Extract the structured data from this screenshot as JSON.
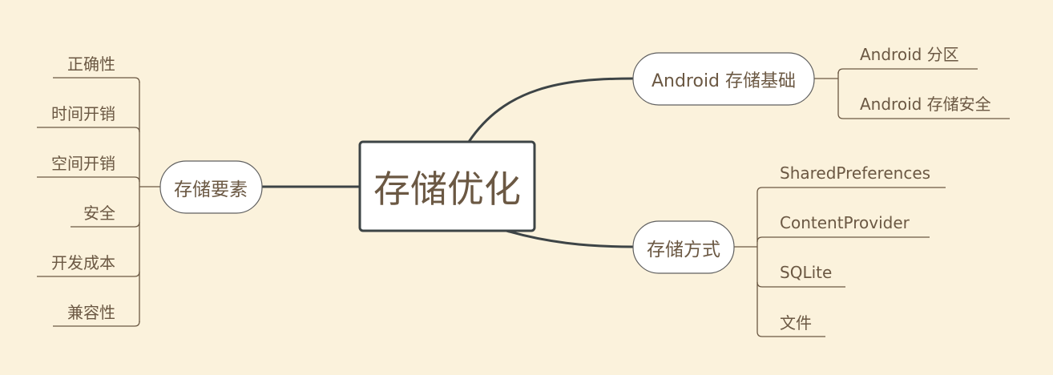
{
  "central": {
    "label": "存储优化"
  },
  "left_branch": {
    "label": "存储要素",
    "children": [
      "正确性",
      "时间开销",
      "空间开销",
      "安全",
      "开发成本",
      "兼容性"
    ]
  },
  "right_top_branch": {
    "label": "Android 存储基础",
    "children": [
      "Android 分区",
      "Android 存储安全"
    ]
  },
  "right_bottom_branch": {
    "label": "存储方式",
    "children": [
      "SharedPreferences",
      "ContentProvider",
      "SQLite",
      "文件"
    ]
  },
  "colors": {
    "background": "#fbf2dc",
    "node_fill": "#ffffff",
    "text": "#6b5843",
    "main_line": "#3d4446",
    "leaf_line": "#6b5843"
  }
}
